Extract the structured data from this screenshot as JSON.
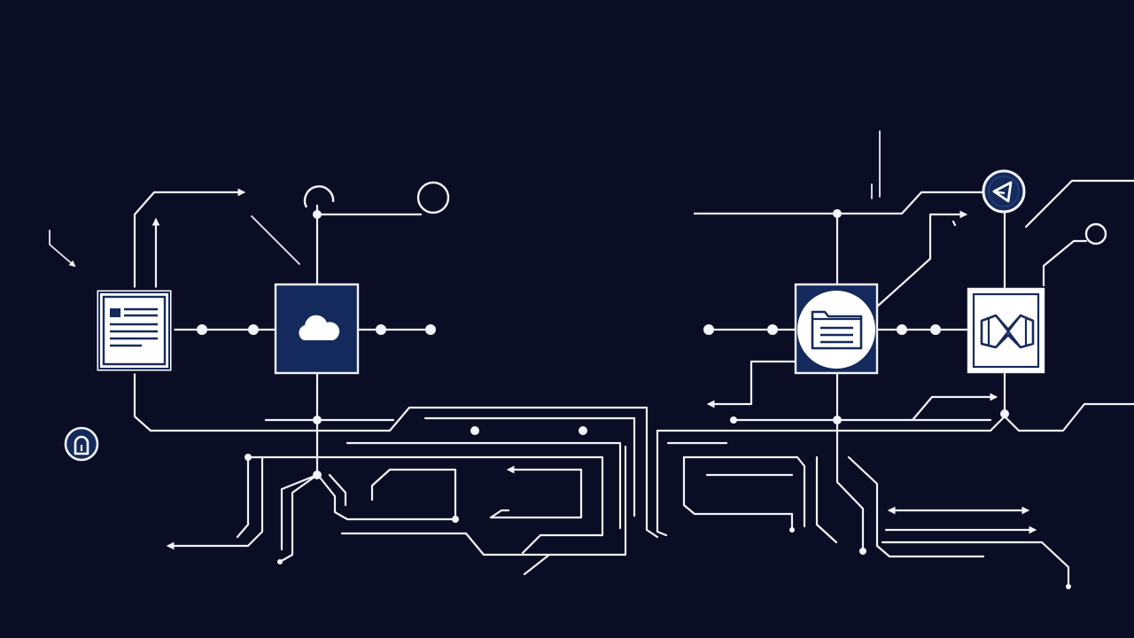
{
  "palette": {
    "background": "#0b0d24",
    "line": "#f2f4fa",
    "node_dark": "#152a5c",
    "node_light": "#ffffff"
  },
  "nodes": [
    {
      "id": "doc",
      "icon": "document-icon",
      "style": "light"
    },
    {
      "id": "cloud",
      "icon": "cloud-icon",
      "style": "dark"
    },
    {
      "id": "folder",
      "icon": "folder-icon",
      "style": "dark"
    },
    {
      "id": "mesh",
      "icon": "network-mesh-icon",
      "style": "light"
    }
  ],
  "badges": [
    {
      "icon": "lock-icon"
    },
    {
      "icon": "send-arrow-icon"
    }
  ]
}
